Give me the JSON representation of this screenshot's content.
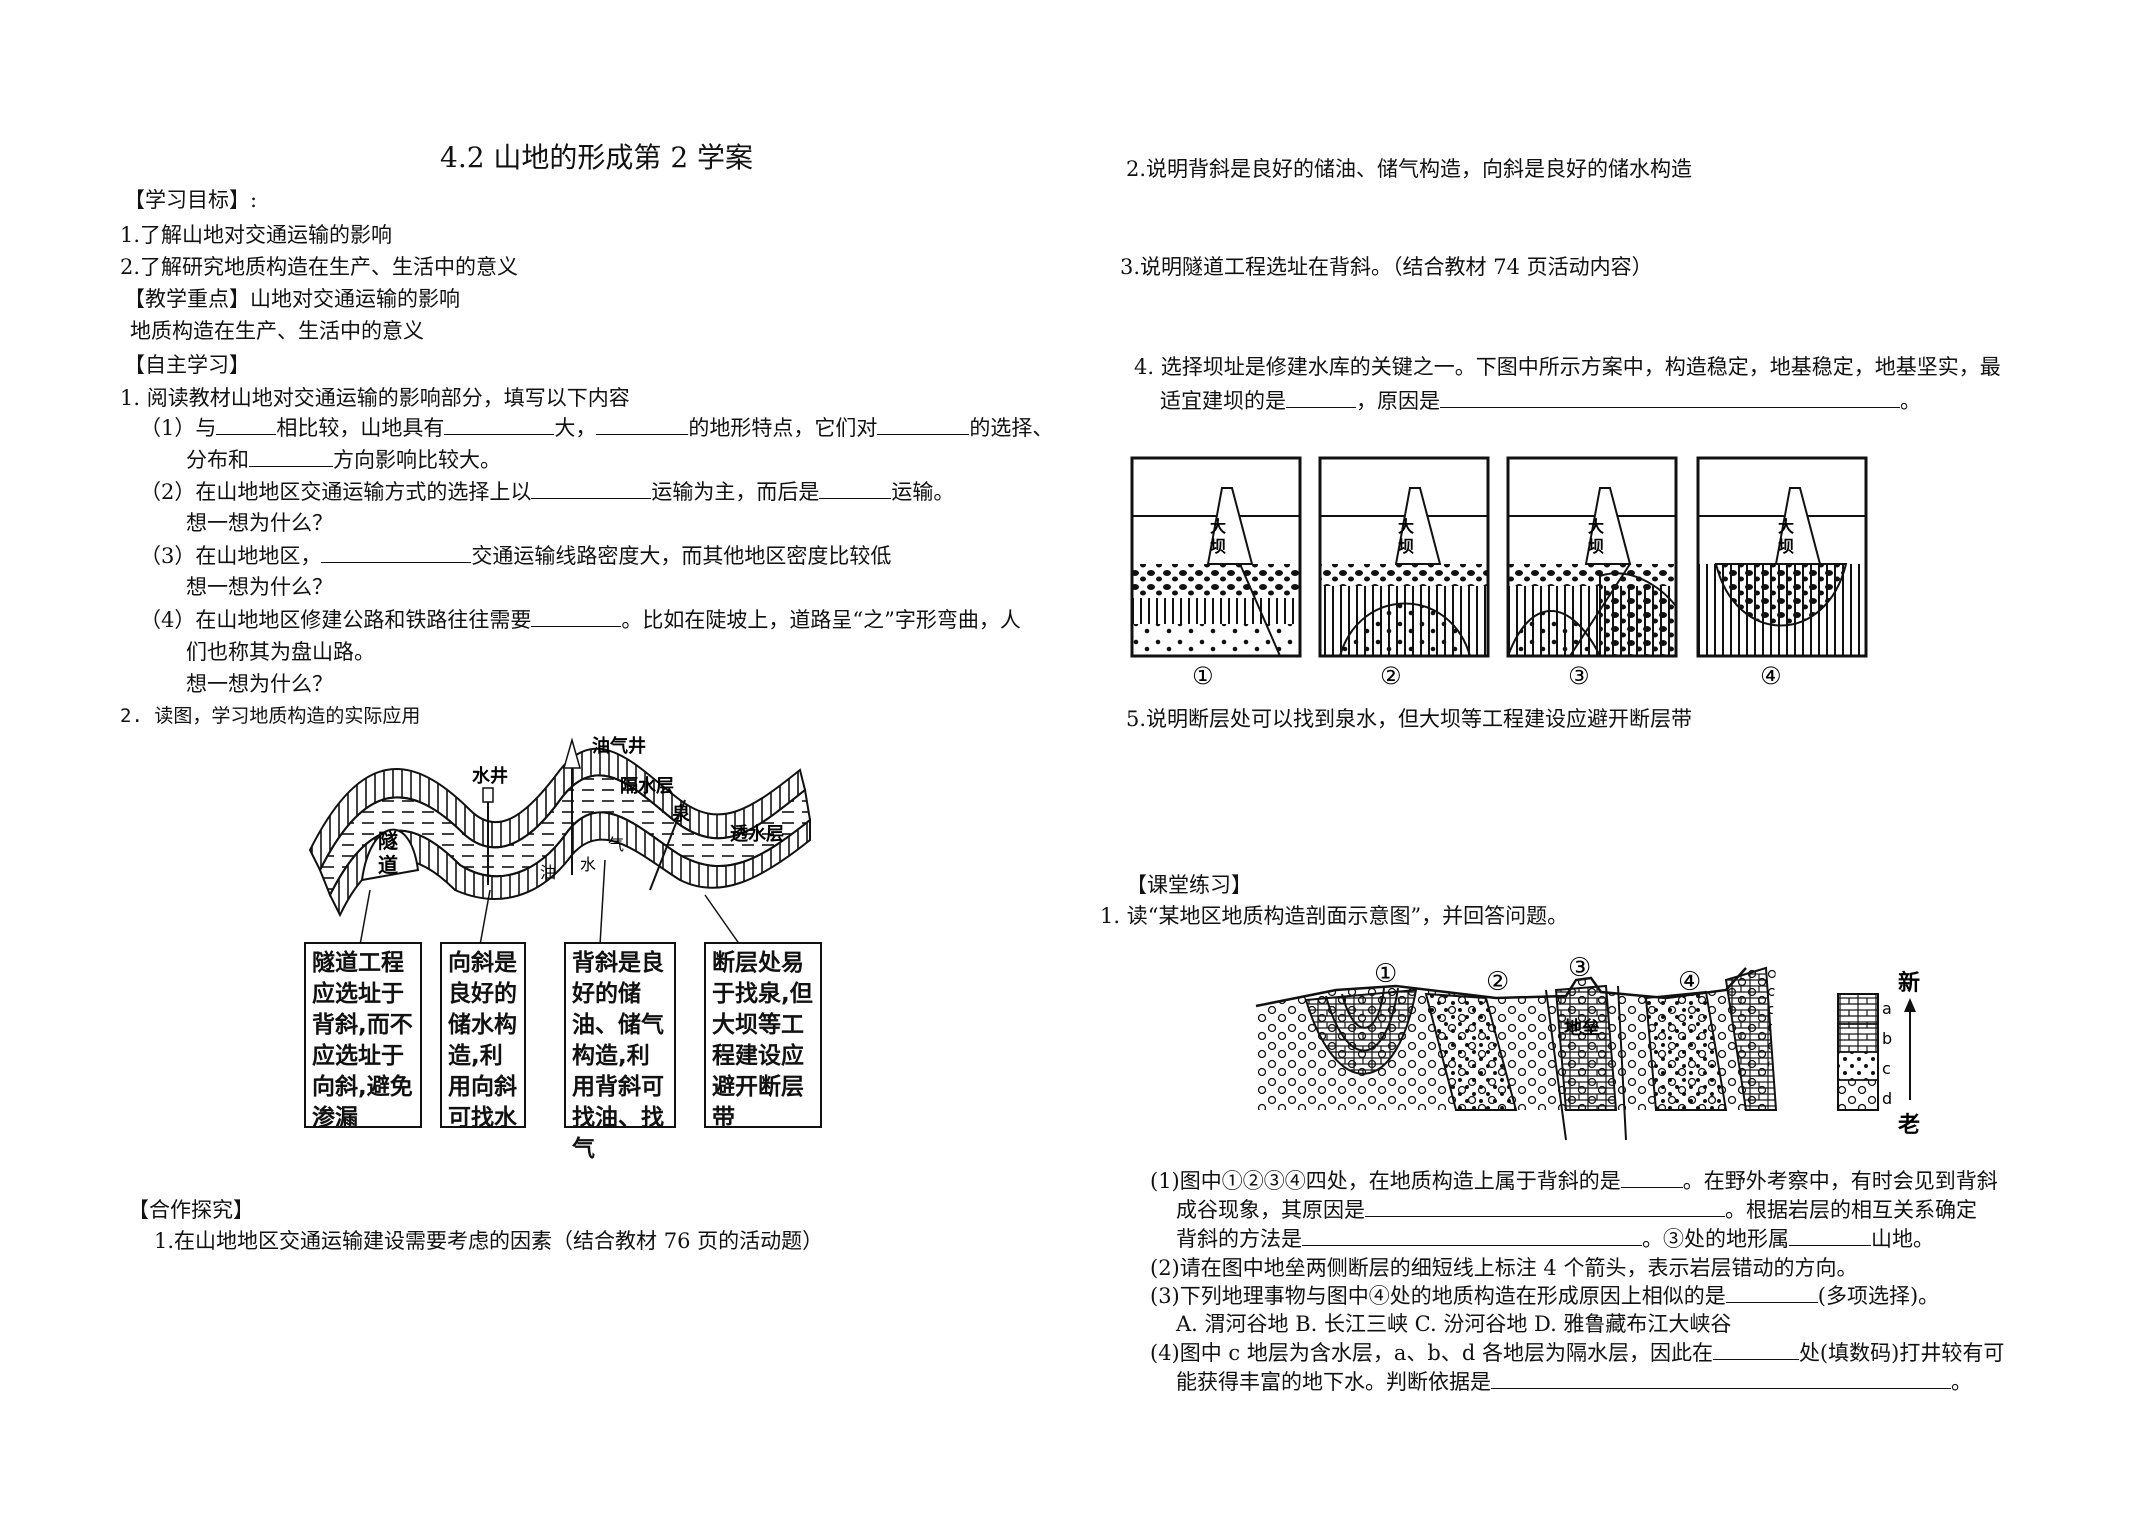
{
  "title": "4.2 山地的形成第 2 学案",
  "left": {
    "objectives_header": "【学习目标】:",
    "objective_1": "1.了解山地对交通运输的影响",
    "objective_2": "2.了解研究地质构造在生产、生活中的意义",
    "key_points_header": "【教学重点】山地对交通运输的影响",
    "key_points_2": "地质构造在生产、生活中的意义",
    "self_study_header": "【自主学习】",
    "q1": "1. 阅读教材山地对交通运输的影响部分，填写以下内容",
    "q1_1a": "（1）与",
    "q1_1b": "相比较，山地具有",
    "q1_1c": "大，",
    "q1_1d": "的地形特点，它们对",
    "q1_1e": "的选择、",
    "q1_1f": "分布和",
    "q1_1g": "方向影响比较大。",
    "q1_2a": "（2）在山地地区交通运输方式的选择上以",
    "q1_2b": "运输为主，而后是",
    "q1_2c": "运输。",
    "think": "想一想为什么？",
    "q1_3a": "（3）在山地地区，",
    "q1_3b": "交通运输线路密度大，而其他地区密度比较低",
    "q1_4a": "（4）在山地地区修建公路和铁路往往需要",
    "q1_4b": "。比如在陡坡上，道路呈“之”字形弯曲，人",
    "q1_4c": "们也称其为盘山路。",
    "q2": "2. 读图，学习地质构造的实际应用",
    "fig1_labels": {
      "oil_well": "油气井",
      "water_well": "水井",
      "aquiclude": "隔水层",
      "spring": "泉",
      "aquifer": "透水层",
      "tunnel_1": "隧",
      "tunnel_2": "道",
      "gas": "气",
      "oil": "油",
      "water": "水"
    },
    "fig1_boxes": [
      "隧道工程应选址于背斜,而不应选址于向斜,避免渗漏",
      "向斜是良好的储水构造,利用向斜可找水",
      "背斜是良好的储油、储气构造,利用背斜可找油、找气",
      "断层处易于找泉,但大坝等工程建设应避开断层带"
    ],
    "coop_header": "【合作探究】",
    "coop_1": "1.在山地地区交通运输建设需要考虑的因素（结合教材 76 页的活动题）"
  },
  "right": {
    "r2": "2.说明背斜是良好的储油、储气构造，向斜是良好的储水构造",
    "r3": "3.说明隧道工程选址在背斜。（结合教材 74 页活动内容）",
    "r4a": "4. 选择坝址是修建水库的关键之一。下图中所示方案中，构造稳定，地基稳定，地基坚实，最",
    "r4b": "适宜建坝的是",
    "r4c": "，原因是",
    "r4d": "。",
    "dam_label_1": "大",
    "dam_label_2": "坝",
    "dam_numbers": [
      "①",
      "②",
      "③",
      "④"
    ],
    "r5": "5.说明断层处可以找到泉水，但大坝等工程建设应避开断层带",
    "practice_header": "【课堂练习】",
    "p1": "1. 读“某地区地质构造剖面示意图”，并回答问题。",
    "fig3_numbers": [
      "①",
      "②",
      "③",
      "④"
    ],
    "fig3_horst": "地垒",
    "fig3_legend": [
      "a",
      "b",
      "c",
      "d"
    ],
    "fig3_new": "新",
    "fig3_old": "老",
    "p1_1a": "(1)图中①②③④四处，在地质构造上属于背斜的是",
    "p1_1b": "。在野外考察中，有时会见到背斜",
    "p1_1c": "成谷现象，其原因是",
    "p1_1d": "。根据岩层的相互关系确定",
    "p1_1e": "背斜的方法是",
    "p1_1f": "。③处的地形属",
    "p1_1g": "山地。",
    "p1_2": "(2)请在图中地垒两侧断层的细短线上标注 4 个箭头，表示岩层错动的方向。",
    "p1_3": "(3)下列地理事物与图中④处的地质构造在形成原因上相似的是",
    "p1_3b": "(多项选择)。",
    "p1_3_options": "A. 渭河谷地      B. 长江三峡    C. 汾河谷地     D. 雅鲁藏布江大峡谷",
    "p1_4a": "(4)图中 c 地层为含水层，a、b、d 各地层为隔水层，因此在",
    "p1_4b": "处(填数码)打井较有可",
    "p1_4c": "能获得丰富的地下水。判断依据是",
    "p1_4d": "。"
  }
}
